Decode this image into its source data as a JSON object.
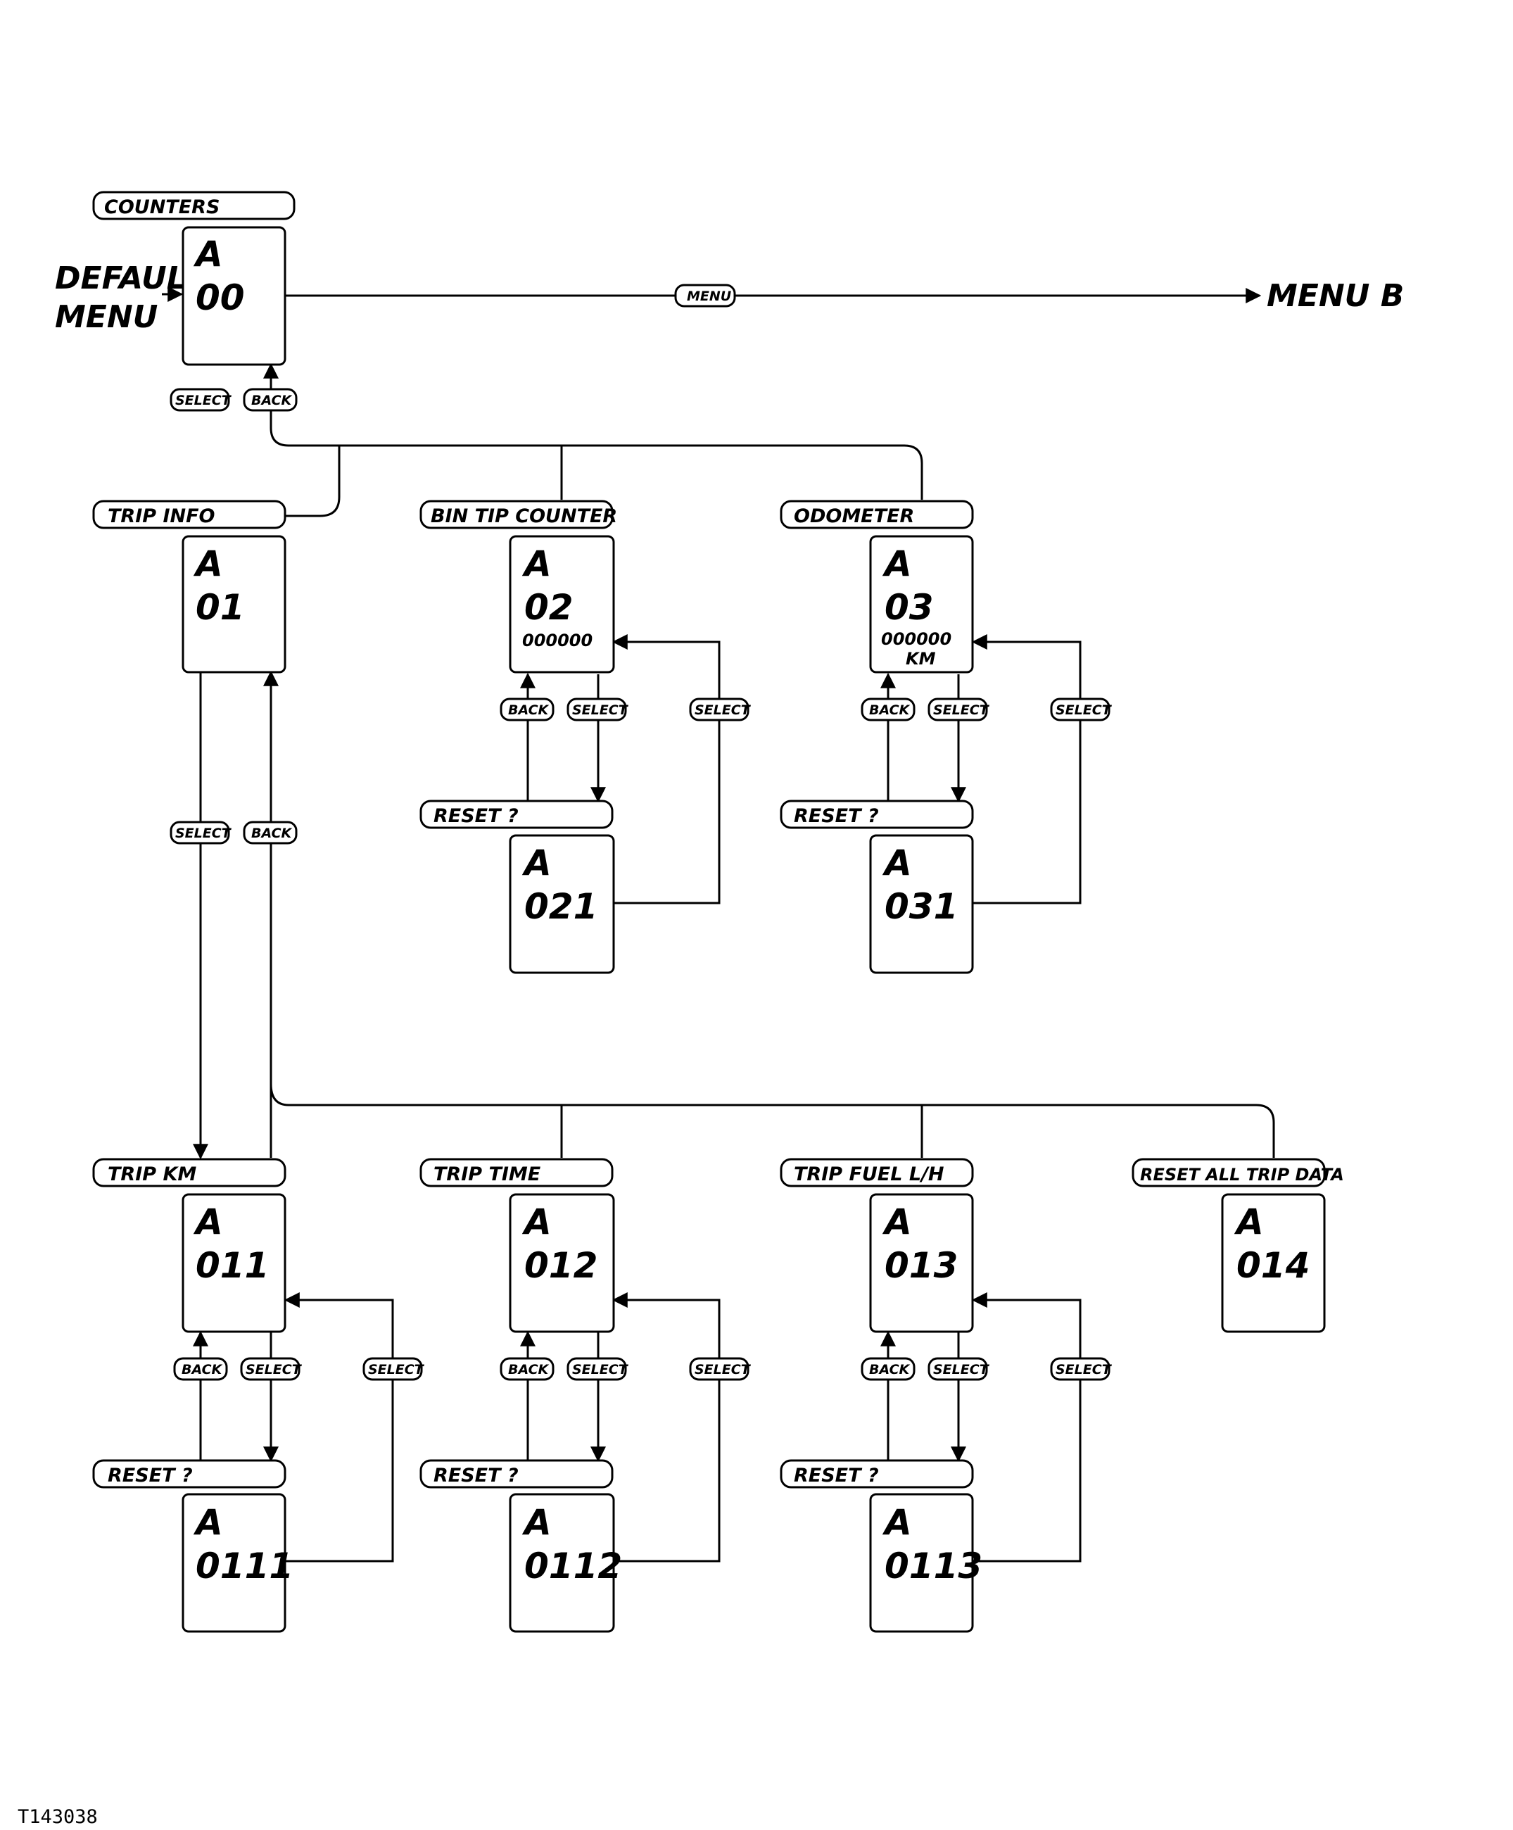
{
  "default_menu": [
    "DEFAULT",
    "MENU"
  ],
  "menu_b": "MENU B",
  "menu_button": "MENU",
  "figure_ref": "T143038",
  "buttons": {
    "select": "SELECT",
    "back": "BACK"
  },
  "screens": {
    "counters": {
      "title": "COUNTERS",
      "line1": "A",
      "line2": "00"
    },
    "trip_info": {
      "title": "TRIP INFO",
      "line1": "A",
      "line2": "01"
    },
    "bin_tip": {
      "title": "BIN TIP COUNTER",
      "line1": "A",
      "line2": "02",
      "line3": "000000"
    },
    "odometer": {
      "title": "ODOMETER",
      "line1": "A",
      "line2": "03",
      "line3": "000000",
      "line4": "KM"
    },
    "reset_021": {
      "title": "RESET ?",
      "line1": "A",
      "line2": "021"
    },
    "reset_031": {
      "title": "RESET ?",
      "line1": "A",
      "line2": "031"
    },
    "trip_km": {
      "title": "TRIP KM",
      "line1": "A",
      "line2": "011"
    },
    "trip_time": {
      "title": "TRIP TIME",
      "line1": "A",
      "line2": "012"
    },
    "trip_fuel": {
      "title": "TRIP FUEL L/H",
      "line1": "A",
      "line2": "013"
    },
    "reset_all": {
      "title": "RESET ALL TRIP DATA",
      "line1": "A",
      "line2": "014"
    },
    "reset_0111": {
      "title": "RESET ?",
      "line1": "A",
      "line2": "0111"
    },
    "reset_0112": {
      "title": "RESET ?",
      "line1": "A",
      "line2": "0112"
    },
    "reset_0113": {
      "title": "RESET ?",
      "line1": "A",
      "line2": "0113"
    }
  }
}
